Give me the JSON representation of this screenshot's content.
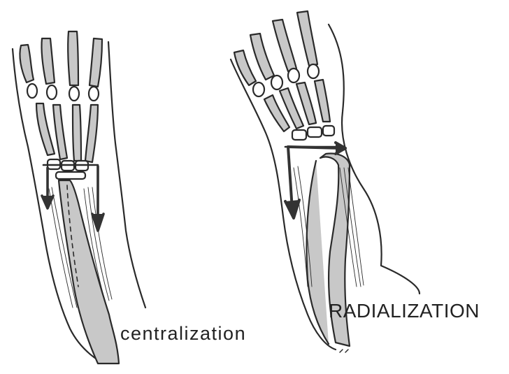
{
  "figure": {
    "panels": [
      {
        "id": "left-forearm",
        "caption": "centralization"
      },
      {
        "id": "right-forearm",
        "caption": "RADIALIZATION"
      }
    ]
  },
  "colors": {
    "bone_fill": "#c8c8c8",
    "outline": "#2a2a2a",
    "arrow": "#333333",
    "background": "#ffffff"
  }
}
